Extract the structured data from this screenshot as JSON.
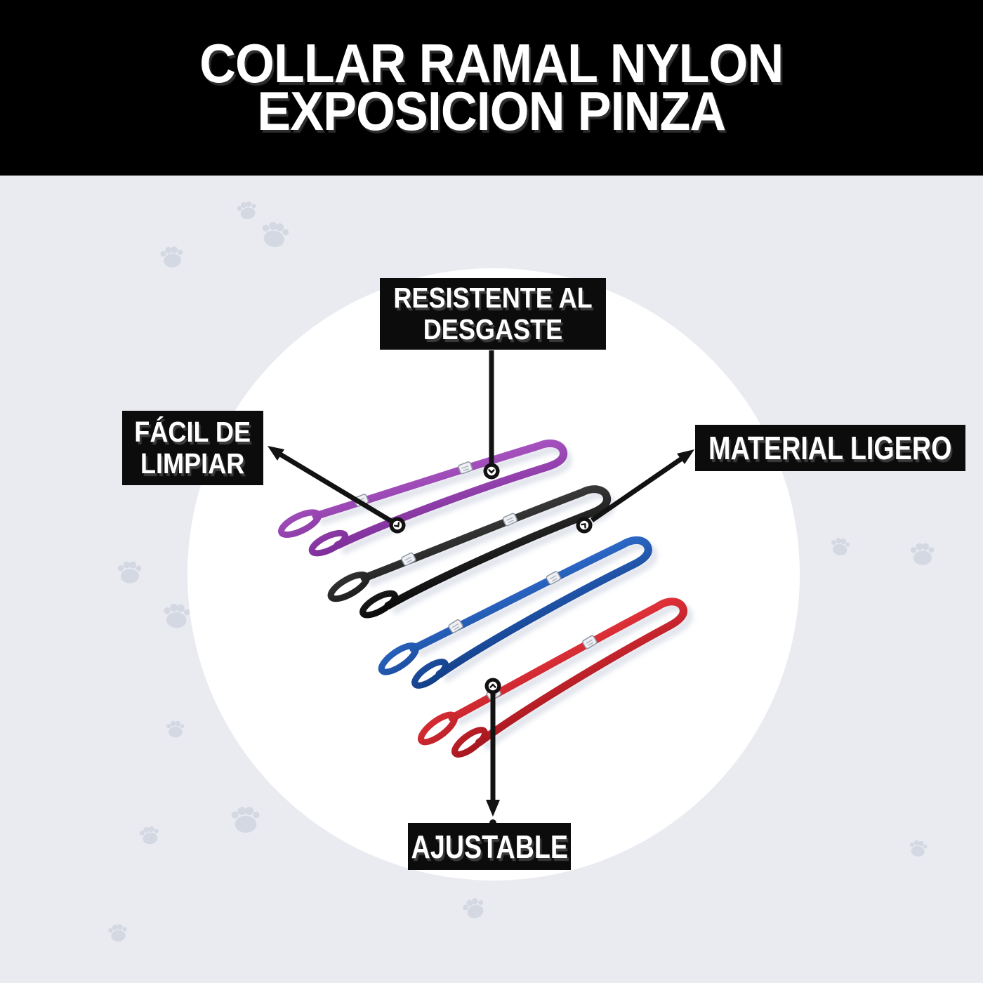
{
  "header": {
    "title_line1": "COLLAR RAMAL NYLON",
    "title_line2": "EXPOSICION PINZA"
  },
  "callouts": {
    "resistente_al_desgaste": {
      "label": "RESISTENTE AL\nDESGASTE"
    },
    "facil_de_limpiar": {
      "label": "FÁCIL DE\nLIMPIAR"
    },
    "material_ligero": {
      "label": "MATERIAL LIGERO"
    },
    "ajustable": {
      "label": "AJUSTABLE"
    }
  },
  "product": {
    "leads": [
      {
        "color_name": "purple",
        "hex": "#9144ad"
      },
      {
        "color_name": "black",
        "hex": "#151515"
      },
      {
        "color_name": "blue",
        "hex": "#1f55a8"
      },
      {
        "color_name": "red",
        "hex": "#c71f27"
      }
    ]
  },
  "colors": {
    "background": "#e9ebf1",
    "watermark_paw": "#d4d8e3",
    "header_bg": "#000000",
    "title_text": "#ffffff",
    "callout_bg": "#0c0c0c",
    "callout_text": "#ffffff",
    "connector": "#121212",
    "product_circle": "#ffffff"
  }
}
